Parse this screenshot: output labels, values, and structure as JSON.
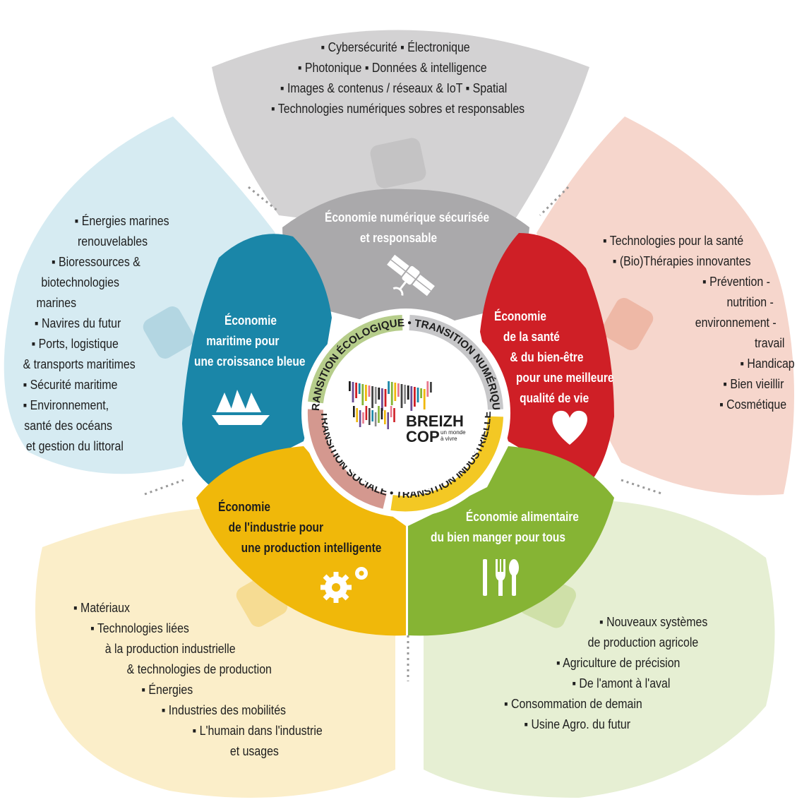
{
  "center": {
    "ring_labels": [
      "TRANSITION ÉCOLOGIQUE",
      "TRANSITION NUMÉRIQUE",
      "TRANSITION INDUSTRIELLE",
      "TRANSITION SOCIALE"
    ],
    "logo_text_1": "BREIZH",
    "logo_text_2": "COP",
    "logo_tagline_1": "un monde",
    "logo_tagline_2": "à vivre"
  },
  "sectors": {
    "numerique": {
      "color": "#aaa9ab",
      "title": [
        "Économie numérique sécurisée",
        "et responsable"
      ],
      "icon": "satellite-icon",
      "items": [
        "▪ Cybersécurité ▪ Électronique",
        "▪ Photonique ▪ Données & intelligence",
        "▪ Images & contenus / réseaux & IoT ▪  Spatial",
        "▪ Technologies numériques sobres et responsables"
      ]
    },
    "maritime": {
      "color": "#1a86a8",
      "title": [
        "Économie",
        "maritime pour",
        "une croissance bleue"
      ],
      "icon": "sailboat-icon",
      "items": [
        "▪ Énergies marines",
        "renouvelables",
        "▪ Bioressources &",
        "biotechnologies",
        "marines",
        "▪ Navires du futur",
        "▪ Ports, logistique",
        "& transports maritimes",
        "▪ Sécurité maritime",
        "▪ Environnement,",
        "santé des océans",
        "et gestion du littoral"
      ]
    },
    "sante": {
      "color": "#cf1f26",
      "title": [
        "Économie",
        "de la santé",
        "& du bien-être",
        "pour une meilleure",
        "qualité de vie"
      ],
      "icon": "heart-icon",
      "items": [
        "▪ Technologies pour la santé",
        "▪ (Bio)Thérapies innovantes",
        "▪ Prévention -",
        "nutrition -",
        "environnement -",
        "travail",
        "▪ Handicap",
        "▪ Bien vieillir",
        "▪ Cosmétique"
      ]
    },
    "industrie": {
      "color": "#f0b80a",
      "title": [
        "Économie",
        "de l'industrie pour",
        "une production intelligente"
      ],
      "icon": "gears-icon",
      "items": [
        "▪ Matériaux",
        "▪ Technologies liées",
        "à la production industrielle",
        "& technologies de production",
        "▪ Énergies",
        "▪ Industries des mobilités",
        "▪ L'humain dans l'industrie",
        "et usages"
      ]
    },
    "alimentaire": {
      "color": "#86b434",
      "title": [
        "Économie alimentaire",
        "du bien manger pour tous"
      ],
      "icon": "cutlery-icon",
      "items": [
        "▪ Nouveaux systèmes",
        "de production agricole",
        "▪ Agriculture de précision",
        "▪ De l'amont à l'aval",
        "▪ Consommation de demain",
        "▪ Usine Agro. du futur"
      ]
    }
  }
}
